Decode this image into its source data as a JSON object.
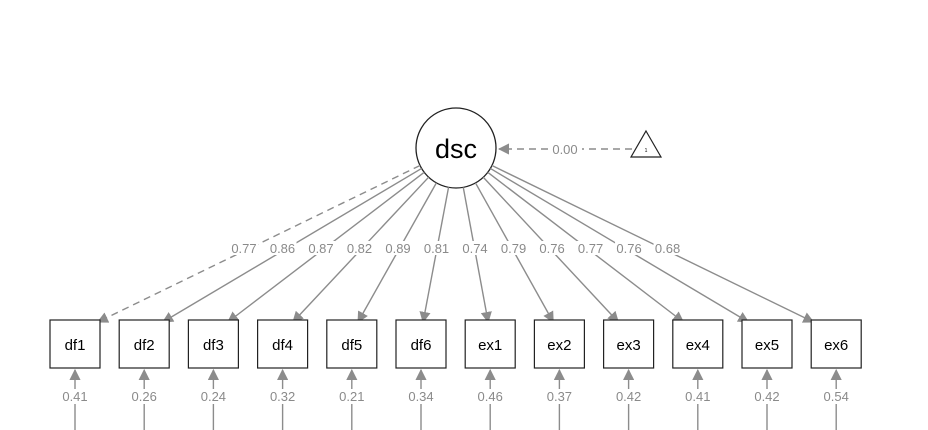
{
  "latent": {
    "label": "dsc"
  },
  "mean_structure": {
    "intercept_label": "1",
    "mean_value": "0.00"
  },
  "indicators": [
    {
      "label": "df1",
      "loading": "0.77",
      "residual": "0.41",
      "fixed": true
    },
    {
      "label": "df2",
      "loading": "0.86",
      "residual": "0.26",
      "fixed": false
    },
    {
      "label": "df3",
      "loading": "0.87",
      "residual": "0.24",
      "fixed": false
    },
    {
      "label": "df4",
      "loading": "0.82",
      "residual": "0.32",
      "fixed": false
    },
    {
      "label": "df5",
      "loading": "0.89",
      "residual": "0.21",
      "fixed": false
    },
    {
      "label": "df6",
      "loading": "0.81",
      "residual": "0.34",
      "fixed": false
    },
    {
      "label": "ex1",
      "loading": "0.74",
      "residual": "0.46",
      "fixed": false
    },
    {
      "label": "ex2",
      "loading": "0.79",
      "residual": "0.37",
      "fixed": false
    },
    {
      "label": "ex3",
      "loading": "0.76",
      "residual": "0.42",
      "fixed": false
    },
    {
      "label": "ex4",
      "loading": "0.77",
      "residual": "0.41",
      "fixed": false
    },
    {
      "label": "ex5",
      "loading": "0.76",
      "residual": "0.42",
      "fixed": false
    },
    {
      "label": "ex6",
      "loading": "0.68",
      "residual": "0.54",
      "fixed": false
    }
  ],
  "colors": {
    "path": "#8c8c8c",
    "node_stroke": "#222222",
    "label": "#8a8a8a"
  }
}
